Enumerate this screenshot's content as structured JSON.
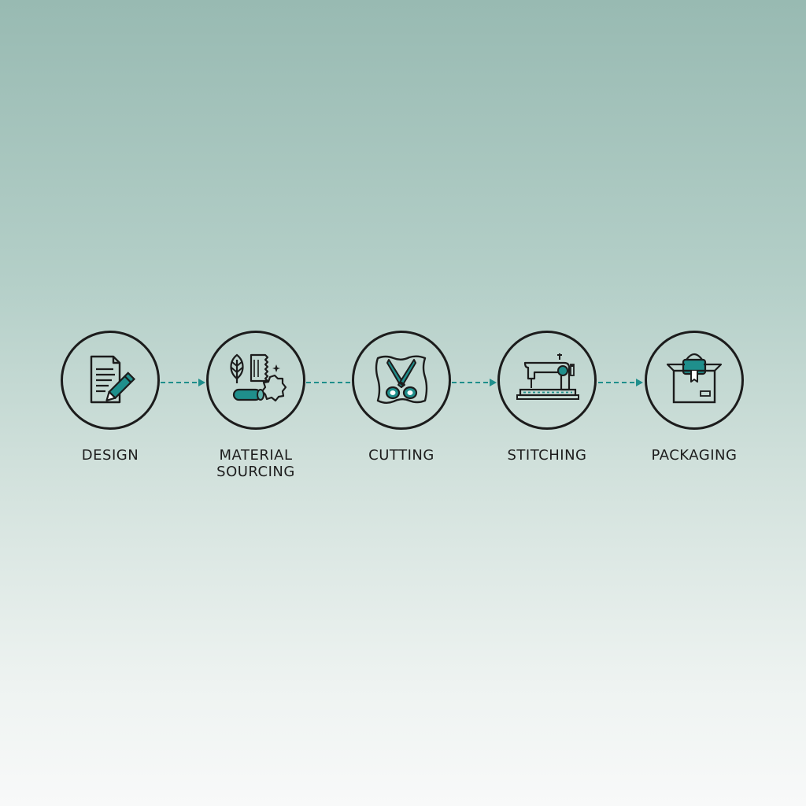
{
  "colors": {
    "accent": "#1f8f8c",
    "outline": "#1c1c1c",
    "text": "#1d1d1d"
  },
  "steps": [
    {
      "label": "DESIGN",
      "icon": "document-pencil-icon"
    },
    {
      "label": "MATERIAL\nSOURCING",
      "icon": "materials-icon"
    },
    {
      "label": "CUTTING",
      "icon": "scissors-icon"
    },
    {
      "label": "STITCHING",
      "icon": "sewing-machine-icon"
    },
    {
      "label": "PACKAGING",
      "icon": "box-bag-icon"
    }
  ]
}
